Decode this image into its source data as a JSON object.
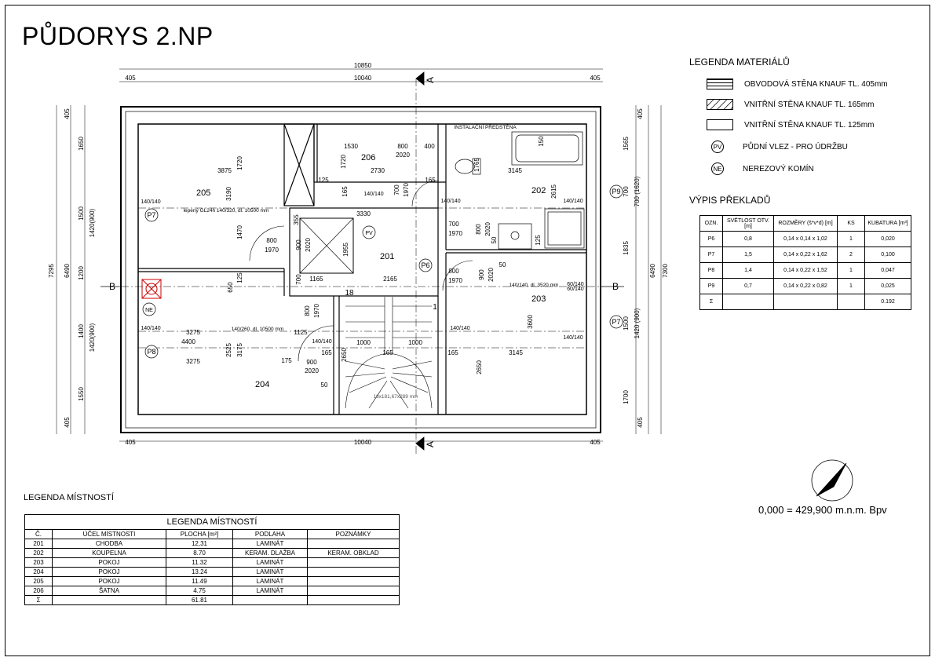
{
  "title": "PŮDORYS 2.NP",
  "legend_materials": {
    "heading": "LEGENDA MATERIÁLŮ",
    "items": [
      {
        "label": "OBVODOVÁ STĚNA KNAUF TL. 405mm"
      },
      {
        "label": "VNITŘNÍ STĚNA KNAUF TL. 165mm"
      },
      {
        "label": "VNITŘNÍ STĚNA KNAUF TL. 125mm"
      }
    ],
    "symbols": [
      {
        "code": "PV",
        "label": "PŮDNÍ VLEZ - PRO ÚDRŽBU"
      },
      {
        "code": "NE",
        "label": "NEREZOVÝ KOMÍN"
      }
    ]
  },
  "lintels": {
    "heading": "VÝPIS PŘEKLADŮ",
    "columns": [
      "OZN.",
      "SVĚTLOST OTV. [m]",
      "ROZMĚRY (š*v*d) [m]",
      "KS",
      "KUBATURA [m³]"
    ],
    "rows": [
      [
        "P6",
        "0,8",
        "0,14 x 0,14 x 1,02",
        "1",
        "0,020"
      ],
      [
        "P7",
        "1,5",
        "0,14 x 0,22 x 1,62",
        "2",
        "0,100"
      ],
      [
        "P8",
        "1,4",
        "0,14 x 0,22 x 1,52",
        "1",
        "0,047"
      ],
      [
        "P9",
        "0,7",
        "0,14 x 0,22 x 0,82",
        "1",
        "0,025"
      ],
      [
        "Σ",
        "",
        "",
        "",
        "0.192"
      ]
    ]
  },
  "rooms_legend": {
    "heading": "LEGENDA MÍSTNOSTÍ",
    "table_title": "LEGENDA MÍSTNOSTÍ",
    "columns": [
      "Č.",
      "ÚČEL MÍSTNOSTI",
      "PLOCHA [m²]",
      "PODLAHA",
      "POZNÁMKY"
    ],
    "rows": [
      [
        "201",
        "CHODBA",
        "12,31",
        "LAMINÁT",
        ""
      ],
      [
        "202",
        "KOUPELNA",
        "8.70",
        "KERAM. DLAŽBA",
        "KERAM. OBKLAD"
      ],
      [
        "203",
        "POKOJ",
        "11.32",
        "LAMINÁT",
        ""
      ],
      [
        "204",
        "POKOJ",
        "13.24",
        "LAMINÁT",
        ""
      ],
      [
        "205",
        "POKOJ",
        "11.49",
        "LAMINÁT",
        ""
      ],
      [
        "206",
        "ŠATNA",
        "4.75",
        "LAMINÁT",
        ""
      ],
      [
        "Σ",
        "",
        "61.81",
        "",
        ""
      ]
    ]
  },
  "elevation": "0,000 = 429,900 m.n.m. Bpv",
  "plan": {
    "room_numbers": {
      "r201": "201",
      "r202": "202",
      "r203": "203",
      "r204": "204",
      "r205": "205",
      "r206": "206"
    },
    "openings": {
      "p6": "P6",
      "p7a": "P7",
      "p7b": "P7",
      "p8": "P8",
      "p9": "P9",
      "pv": "PV",
      "ne": "NE"
    },
    "section_marks": {
      "a": "A",
      "b": "B"
    },
    "top_dims": {
      "total": "10850",
      "inner": "10040",
      "left": "405",
      "right": "405"
    },
    "bottom_dims": {
      "inner": "10040",
      "left": "405",
      "right": "405"
    },
    "left_dims": {
      "total": "7295",
      "sub": "6490",
      "d405a": "405",
      "d1650": "1650",
      "d1500": "1500",
      "d1420a": "1420(900)",
      "d1200": "1200",
      "d1400": "1400",
      "d1420b": "1420(900)",
      "d1550": "1550",
      "d405b": "405"
    },
    "right_dims": {
      "total": "7300",
      "sub": "6490",
      "d405a": "405",
      "d1565": "1565",
      "d700": "700",
      "d700b": "700 (1620)",
      "d1835": "1835",
      "d1500": "1500",
      "d1420": "1420 (900)",
      "d1700": "1700",
      "d405b": "405"
    },
    "labels": {
      "instalacni": "INSTALAČNÍ PŘEDSTĚNA",
      "lepeny1": "lepený GL24h 140/320, dl. 10500 mm",
      "lepeny2": "140/260, dl. 10500 mm",
      "lepeny3": "140/140, dl. 3520 mm",
      "steps": "18x181,67x289 mm",
      "d3875": "3875",
      "d1720a": "1720",
      "d3190": "3190",
      "d1470": "1470",
      "d800a": "800",
      "d1970a": "1970",
      "d140a": "140/140",
      "d140b": "140/140",
      "d1530": "1530",
      "d800b": "800",
      "d2020b": "2020",
      "d400": "400",
      "d1720b": "1720",
      "d2730": "2730",
      "d125a": "125",
      "d165a": "165",
      "d140c": "140/140",
      "d700c": "700",
      "d1970c": "1970",
      "d165b": "165",
      "d3330": "3330",
      "d3145a": "3145",
      "d2615": "2615",
      "d150": "150",
      "d1765": "1765",
      "d700d": "700",
      "d1970d": "1970",
      "d800c": "800",
      "d2020c": "2020",
      "d50a": "50",
      "d125b": "125",
      "d900a": "900",
      "d2020a": "2020",
      "d1955": "1955",
      "d700e": "700",
      "d1165": "1165",
      "d2165": "2165",
      "d18": "18",
      "d1": "1",
      "d355": "355",
      "d650": "650",
      "d125c": "125",
      "d800e": "800",
      "d1970e": "1970",
      "d900b": "900",
      "d2020d": "2020",
      "d50b": "50",
      "d60a": "60/140",
      "d60b": "60/140",
      "d140d": "140/140",
      "d140e": "140/140",
      "d140f": "140/140",
      "d140g": "140/140",
      "d3275a": "3275",
      "d4400": "4400",
      "d1125": "1125",
      "d3275b": "3275",
      "d2525": "2525",
      "d3175": "3175",
      "d175": "175",
      "d900c": "900",
      "d2020e": "2020",
      "d50c": "50",
      "d140h": "140/140",
      "d165c": "165",
      "d2650a": "2650",
      "d1000a": "1000",
      "d1000b": "1000",
      "d165d": "165",
      "d165e": "165",
      "d3145b": "3145",
      "d3600": "3600",
      "d2650b": "2650",
      "d800f": "800",
      "d1970f": "1970"
    }
  }
}
